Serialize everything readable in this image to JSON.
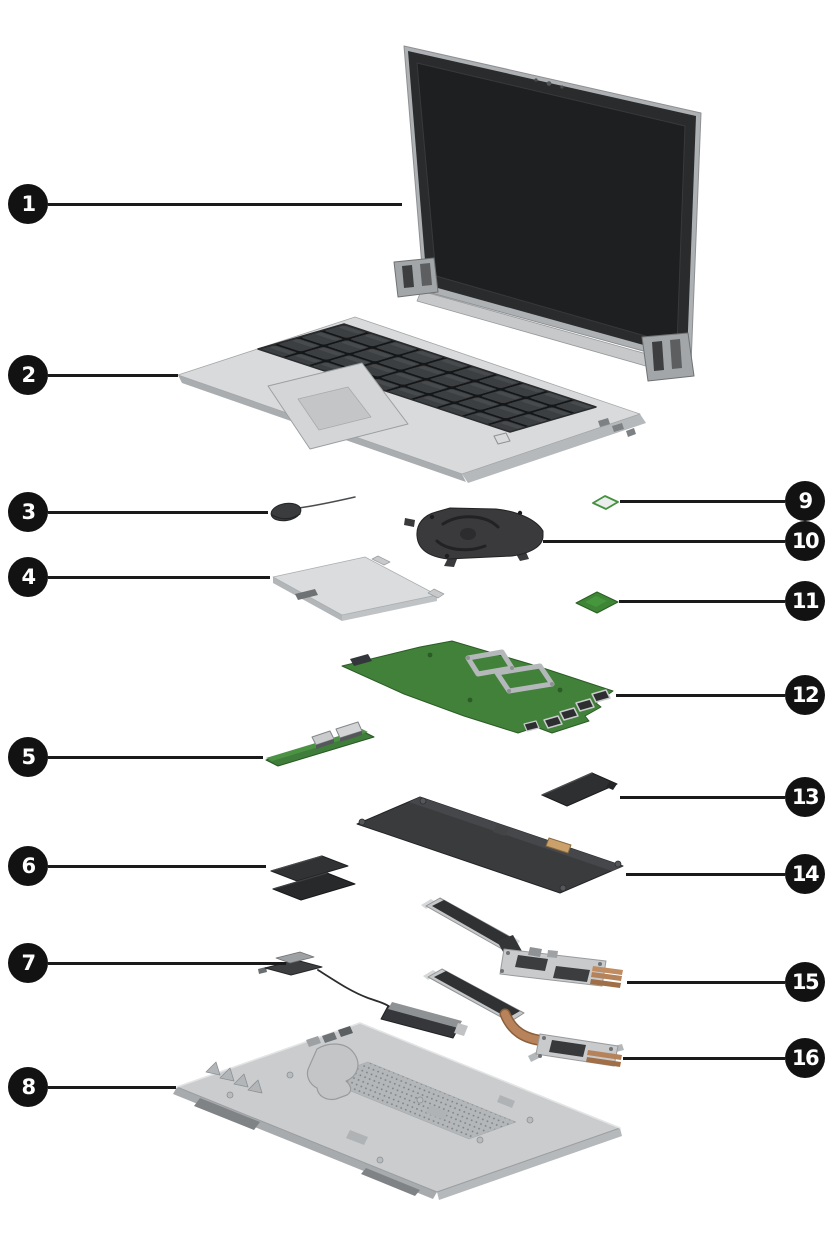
{
  "figure": {
    "kind": "exploded-parts-diagram",
    "background": "#ffffff"
  },
  "colors": {
    "badge": "#121212",
    "badge_text": "#ffffff",
    "leader_line": "#1a1a1a",
    "pcb_green": "#41813a",
    "module_green": "#3e8536",
    "copper": "#b07c4f",
    "chassis_silver": "#caccce",
    "dark_component": "#333538",
    "screen_black": "#1e1f21"
  },
  "callouts": {
    "left": [
      {
        "label": "1",
        "part": "display-assembly"
      },
      {
        "label": "2",
        "part": "top-cover-with-keyboard"
      },
      {
        "label": "3",
        "part": "rtc-battery"
      },
      {
        "label": "4",
        "part": "touchpad"
      },
      {
        "label": "5",
        "part": "usb-connector-board"
      },
      {
        "label": "6",
        "part": "memory-module-shield"
      },
      {
        "label": "7",
        "part": "speakers"
      },
      {
        "label": "8",
        "part": "bottom-cover"
      }
    ],
    "right": [
      {
        "label": "9",
        "part": "wlan-module"
      },
      {
        "label": "10",
        "part": "fan"
      },
      {
        "label": "11",
        "part": "wwan-module"
      },
      {
        "label": "12",
        "part": "system-board"
      },
      {
        "label": "13",
        "part": "solid-state-drive"
      },
      {
        "label": "14",
        "part": "battery"
      },
      {
        "label": "15",
        "part": "heat-sink-discrete"
      },
      {
        "label": "16",
        "part": "heat-sink-uma"
      }
    ]
  }
}
